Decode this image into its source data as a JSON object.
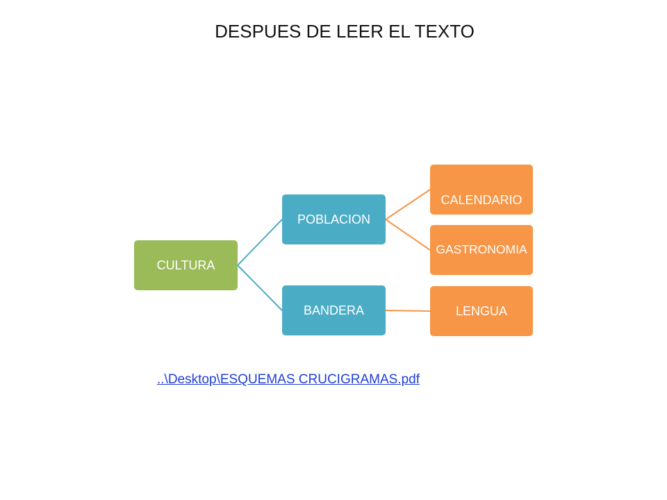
{
  "title": "DESPUES DE LEER EL TEXTO",
  "diagram": {
    "root": {
      "label": "CULTURA",
      "color": "#9bbb59"
    },
    "level1": [
      {
        "label": "POBLACION",
        "color": "#4bacc6"
      },
      {
        "label": "BANDERA",
        "color": "#4bacc6"
      }
    ],
    "level2": [
      {
        "label": "CALENDARIO",
        "parent": "POBLACION",
        "color": "#f79646"
      },
      {
        "label": "GASTRONOMIA",
        "parent": "POBLACION",
        "color": "#f79646"
      },
      {
        "label": "LENGUA",
        "parent": "BANDERA",
        "color": "#f79646"
      }
    ],
    "connector_colors": {
      "level1": "#4bacc6",
      "level2": "#f79646"
    }
  },
  "file_link": {
    "text": "..\\Desktop\\ESQUEMAS CRUCIGRAMAS.pdf"
  }
}
